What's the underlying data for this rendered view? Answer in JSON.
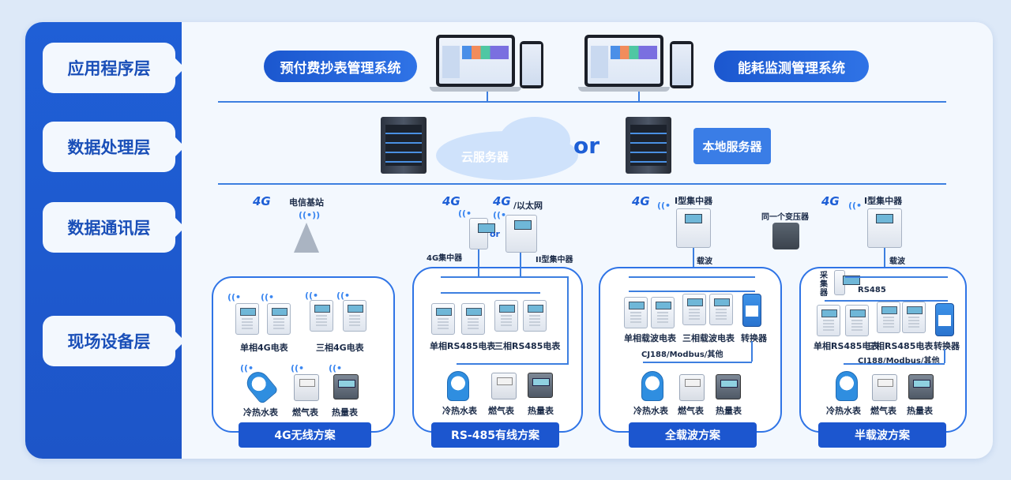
{
  "layers": {
    "application": "应用程序层",
    "processing": "数据处理层",
    "communication": "数据通讯层",
    "field": "现场设备层"
  },
  "app_layer": {
    "prepaid_system": "预付费抄表管理系统",
    "energy_system": "能耗监测管理系统"
  },
  "proc_layer": {
    "cloud_server": "云服务器",
    "or": "or",
    "local_server": "本地服务器"
  },
  "comm": {
    "tag_4g": "4G",
    "telecom_station": "电信基站",
    "ethernet": "/以太网",
    "or_small": "or",
    "concentrator_4g": "4G集中器",
    "concentrator_2": "II型集中器",
    "concentrator_1a": "I型集中器",
    "concentrator_1b": "I型集中器",
    "same_transformer": "同一个变压器",
    "carrier_a": "载波",
    "carrier_b": "载波",
    "collector": "采集器",
    "rs485": "RS485"
  },
  "panel1": {
    "single_4g": "单相4G电表",
    "three_4g": "三相4G电表",
    "water": "冷热水表",
    "gas": "燃气表",
    "heat": "热量表",
    "scheme": "4G无线方案"
  },
  "panel2": {
    "single_rs485": "单相RS485电表",
    "three_rs485": "三相RS485电表",
    "water": "冷热水表",
    "gas": "燃气表",
    "heat": "热量表",
    "scheme": "RS-485有线方案"
  },
  "panel3": {
    "single_carrier": "单相载波电表",
    "three_carrier": "三相载波电表",
    "converter": "转换器",
    "protocol": "CJ188/Modbus/其他",
    "water": "冷热水表",
    "gas": "燃气表",
    "heat": "热量表",
    "scheme": "全载波方案"
  },
  "panel4": {
    "single_rs485": "单相RS485电表",
    "three_rs485": "三相RS485电表",
    "converter": "转换器",
    "protocol": "CJ188/Modbus/其他",
    "water": "冷热水表",
    "gas": "燃气表",
    "heat": "热量表",
    "scheme": "半载波方案"
  },
  "colors": {
    "primary": "#1c56cf",
    "line": "#3d7fe0",
    "background": "#dde9f8"
  },
  "icons": [
    "signal-tower-icon",
    "wifi-icon",
    "server-icon",
    "cloud-icon",
    "laptop-icon",
    "phone-icon",
    "meter-icon",
    "water-meter-icon",
    "gas-meter-icon",
    "heat-meter-icon",
    "converter-icon",
    "transformer-icon",
    "concentrator-icon"
  ]
}
